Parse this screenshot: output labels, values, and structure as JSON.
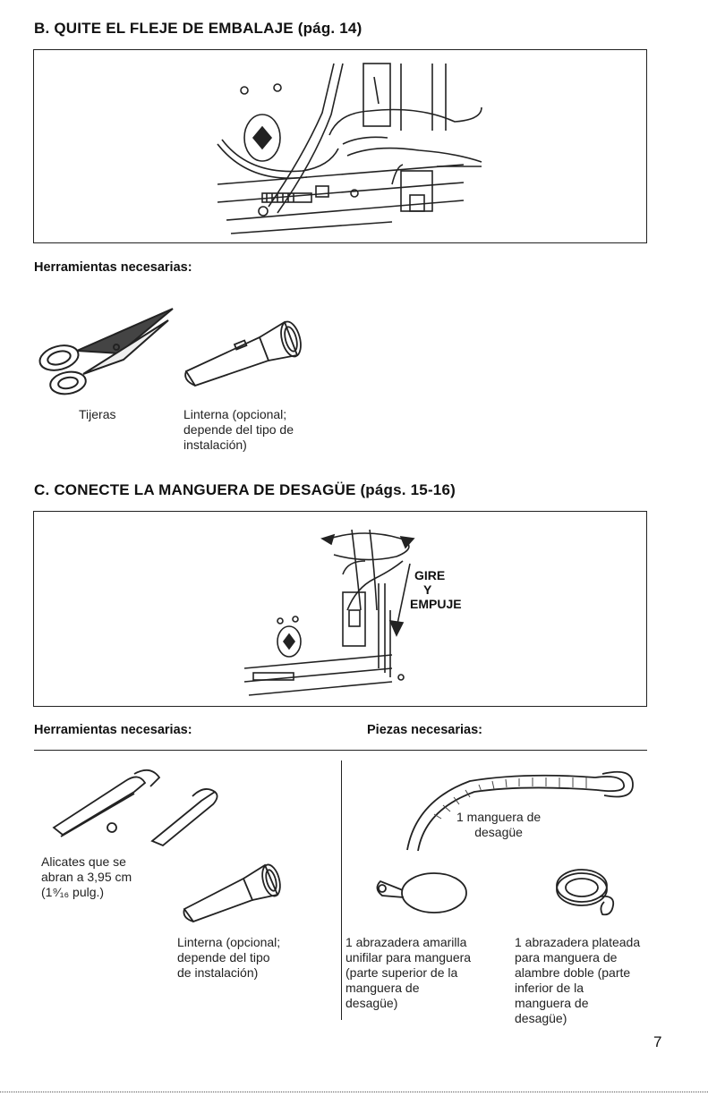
{
  "section_b": {
    "title": "B. QUITE EL FLEJE DE EMBALAJE (pág. 14)",
    "tools_heading": "Herramientas necesarias:",
    "tools": [
      {
        "icon": "scissors-icon",
        "caption": "Tijeras"
      },
      {
        "icon": "flashlight-icon",
        "caption": "Linterna (opcional;\ndepende del tipo de\ninstalación)"
      }
    ]
  },
  "section_c": {
    "title": "C. CONECTE LA MANGUERA DE DESAGÜE (págs. 15-16)",
    "figure_label_line1": "GIRE",
    "figure_label_line2": "Y",
    "figure_label_line3": "EMPUJE",
    "tools_heading": "Herramientas necesarias:",
    "parts_heading": "Piezas necesarias:",
    "tools": [
      {
        "icon": "pliers-icon",
        "caption": "Alicates que se\nabran a 3,95 cm\n(1⁹⁄₁₆ pulg.)"
      },
      {
        "icon": "flashlight-icon",
        "caption": "Linterna (opcional;\ndepende del tipo\nde instalación)"
      }
    ],
    "parts": [
      {
        "icon": "drain-hose-icon",
        "caption": "1 manguera de\ndesagüe"
      },
      {
        "icon": "yellow-clamp-icon",
        "caption": "1 abrazadera amarilla\nunifilar para manguera\n(parte superior de la\nmanguera de\ndesagüe)"
      },
      {
        "icon": "silver-clamp-icon",
        "caption": "1 abrazadera plateada\npara manguera de\nalambre doble (parte\ninferior de la\nmanguera de\ndesagüe)"
      }
    ]
  },
  "page_number": "7"
}
